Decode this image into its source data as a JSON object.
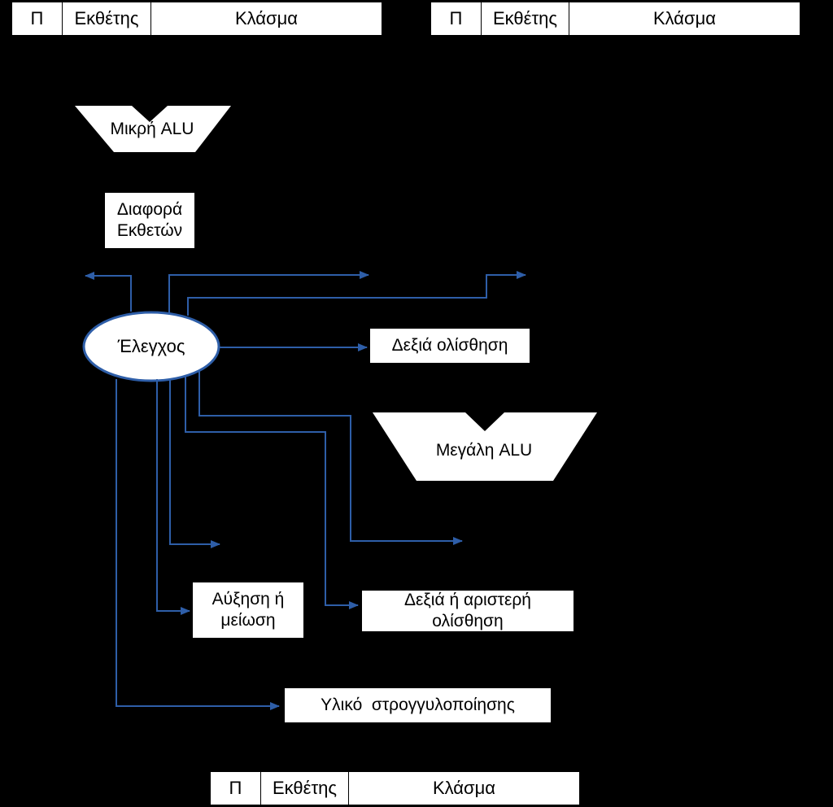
{
  "registers": [
    {
      "sign": "Π",
      "exponent": "Εκθέτης",
      "fraction": "Κλάσμα"
    },
    {
      "sign": "Π",
      "exponent": "Εκθέτης",
      "fraction": "Κλάσμα"
    },
    {
      "sign": "Π",
      "exponent": "Εκθέτης",
      "fraction": "Κλάσμα"
    }
  ],
  "small_alu": "Μικρή ALU",
  "exp_diff_line1": "Διαφορά",
  "exp_diff_line2": "Εκθετών",
  "control": "Έλεγχος",
  "right_shift": "Δεξιά ολίσθηση",
  "big_alu": "Μεγάλη ALU",
  "inc_dec_line1": "Αύξηση ή",
  "inc_dec_line2": "μείωση",
  "shift_lr_line1": "Δεξιά ή αριστερή",
  "shift_lr_line2": "ολίσθηση",
  "rounding": "Υλικό  στρογγυλοποίησης",
  "colors": {
    "background": "#000000",
    "box_fill": "#ffffff",
    "control_line": "#2e5ea8",
    "ellipse_border": "#2e5ea8"
  }
}
